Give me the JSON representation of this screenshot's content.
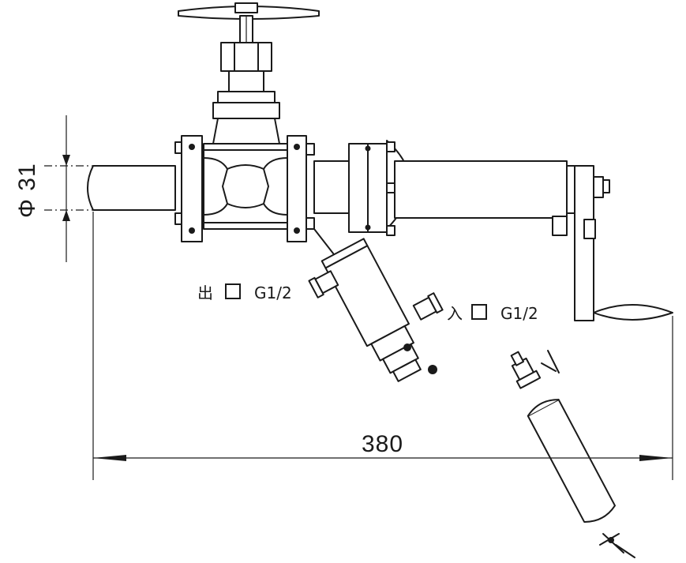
{
  "dimensions": {
    "diameter_label": "Φ 31",
    "length_label": "380"
  },
  "ports": {
    "outlet_char": "出",
    "outlet_spec": "G1/2",
    "inlet_char": "入",
    "inlet_spec": "G1/2"
  }
}
